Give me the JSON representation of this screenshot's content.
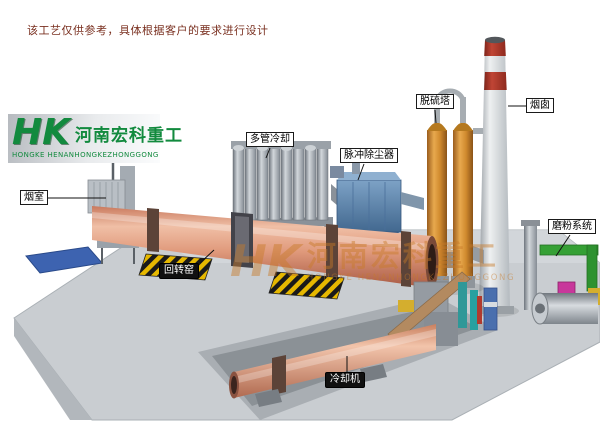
{
  "disclaimer": "该工艺仅供参考，具体根据客户的要求进行设计",
  "logo": {
    "symbol": "HK",
    "company_cn": "河南宏科重工",
    "company_en": "HONGKE HENANHONGKEZHONGGONG"
  },
  "watermark": {
    "symbol": "HK",
    "company_cn": "河南宏科重工",
    "company_en": "HONGKE HENANHONGKEZHONGGONG"
  },
  "equipment_labels": {
    "smoke_chamber": "烟室",
    "multi_tube_cooler": "多管冷却",
    "pulse_dust_collector": "脉冲除尘器",
    "desulfurization_tower": "脱硫塔",
    "chimney": "烟囱",
    "grinding_system": "磨粉系统",
    "rotary_kiln": "回转窑",
    "cooler_machine": "冷却机"
  },
  "colors": {
    "logo_green": "#128a3e",
    "watermark_orange": "#c87a28",
    "disclaimer_red": "#7a3020",
    "kiln_salmon": "#dd9272",
    "tower_orange": "#d08a2e",
    "dust_collector_blue": "#5a7fa8",
    "chimney_red": "#a93226",
    "hazard_yellow": "#e6b800",
    "pipe_green": "#35a035",
    "duct_magenta": "#c8379b"
  }
}
